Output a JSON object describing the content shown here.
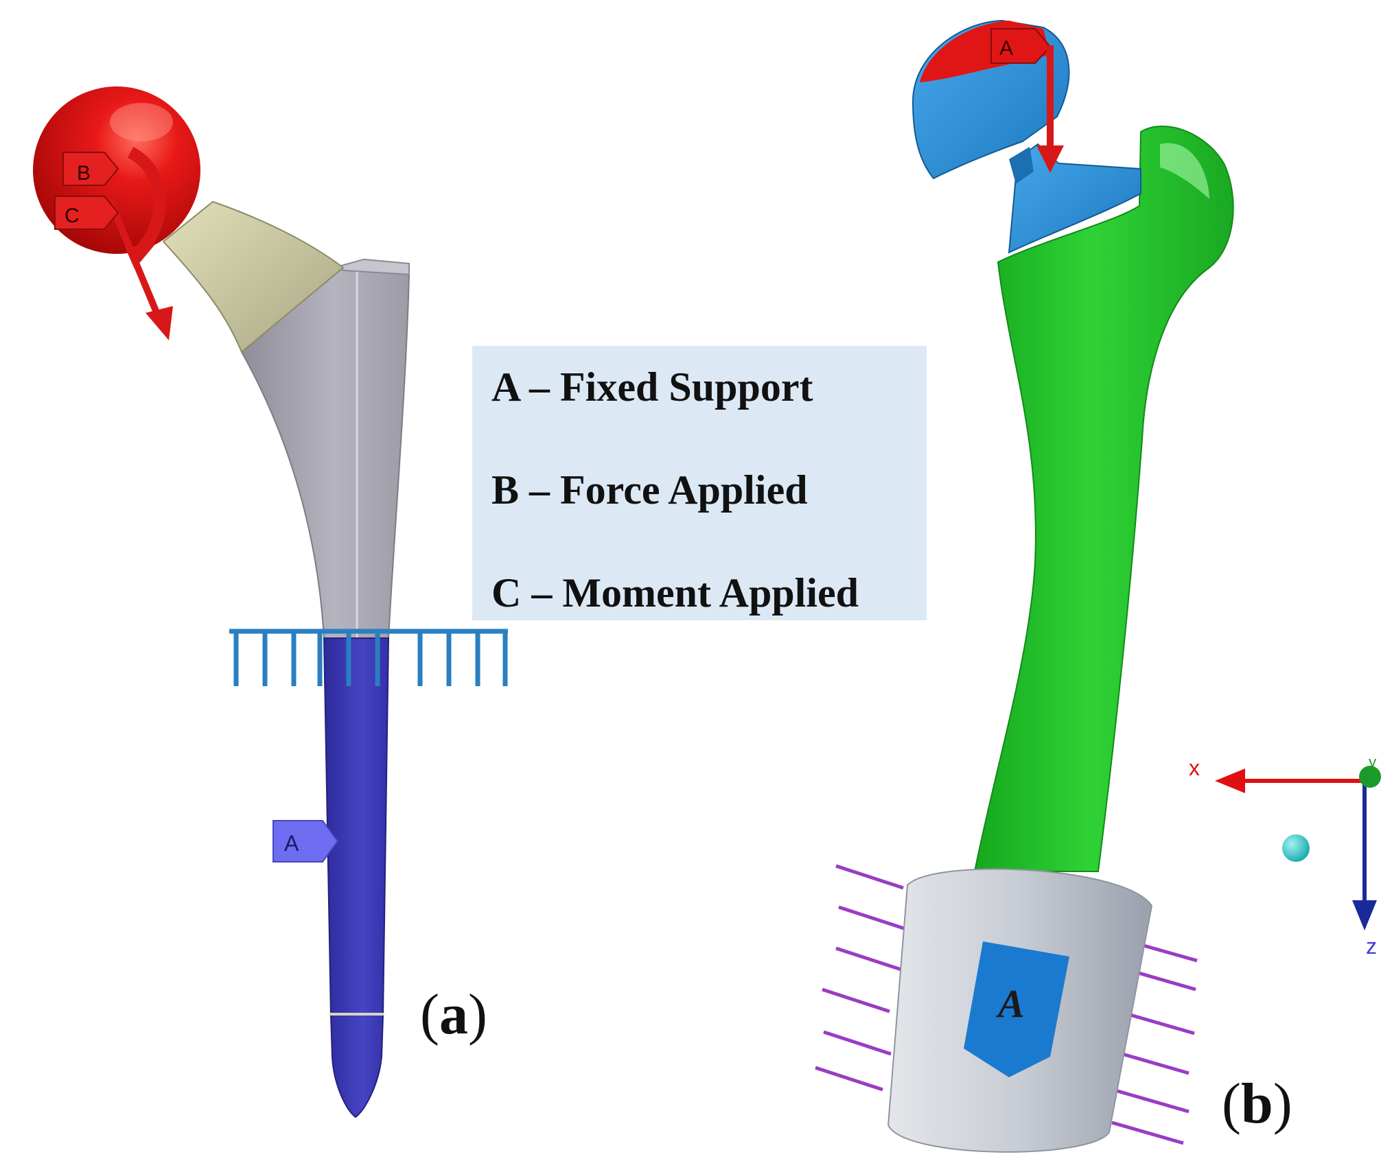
{
  "legend": {
    "items": [
      {
        "key": "A",
        "text": "A – Fixed Support"
      },
      {
        "key": "B",
        "text": "B – Force Applied"
      },
      {
        "key": "C",
        "text": "C – Moment Applied"
      }
    ]
  },
  "panel_a": {
    "label_open": "(",
    "label_letter": "a",
    "label_close": ")",
    "tag_b": "B",
    "tag_c": "C",
    "tag_a": "A",
    "colors": {
      "head": "#e01010",
      "neck": "#c9c6a0",
      "stem_upper": "#a9a8b2",
      "stem_lower": "#3c3ab0",
      "support": "#2a7fc0",
      "force": "#d81818",
      "tag_a": "#6e6cf0"
    }
  },
  "panel_b": {
    "label_open": "(",
    "label_letter": "b",
    "label_close": ")",
    "tag_top": "A",
    "tag_block": "A",
    "axis_x": "x",
    "axis_y": "y",
    "axis_z": "z",
    "colors": {
      "bone": "#22c52a",
      "implant": "#2a8fd6",
      "cup_red": "#e01616",
      "block": "#c4c8d0",
      "hatch": "#9a3cc4",
      "axis_x": "#e01010",
      "axis_z": "#1a2a9a",
      "axis_y": "#1a9a2a"
    }
  }
}
